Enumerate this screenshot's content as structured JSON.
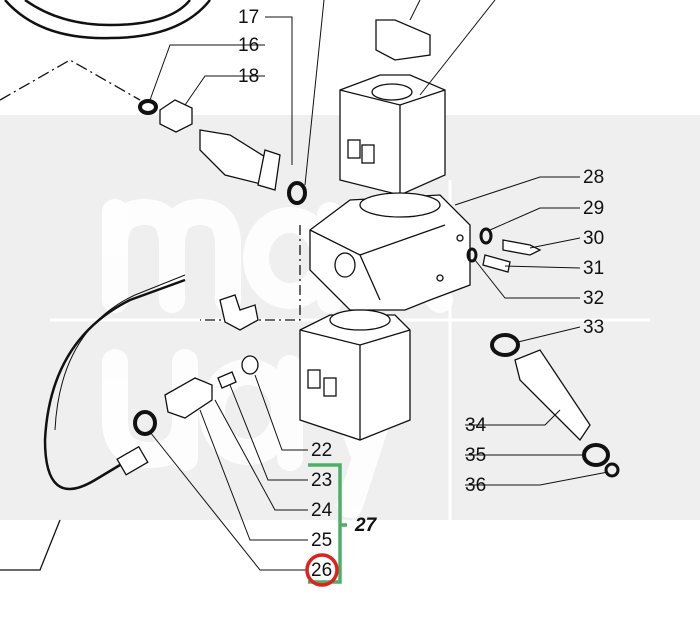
{
  "watermark": "max uay",
  "labels": {
    "p16": "16",
    "p17": "17",
    "p18": "18",
    "p22": "22",
    "p23": "23",
    "p24": "24",
    "p25": "25",
    "p26": "26",
    "p27": "27",
    "p28": "28",
    "p29": "29",
    "p30": "30",
    "p31": "31",
    "p32": "32",
    "p33": "33",
    "p34": "34",
    "p35": "35",
    "p36": "36"
  },
  "colors": {
    "bracket": "#4caf68",
    "highlight": "#e0201c",
    "band": "#efefef"
  },
  "highlighted_part": "26",
  "group_part": "27"
}
